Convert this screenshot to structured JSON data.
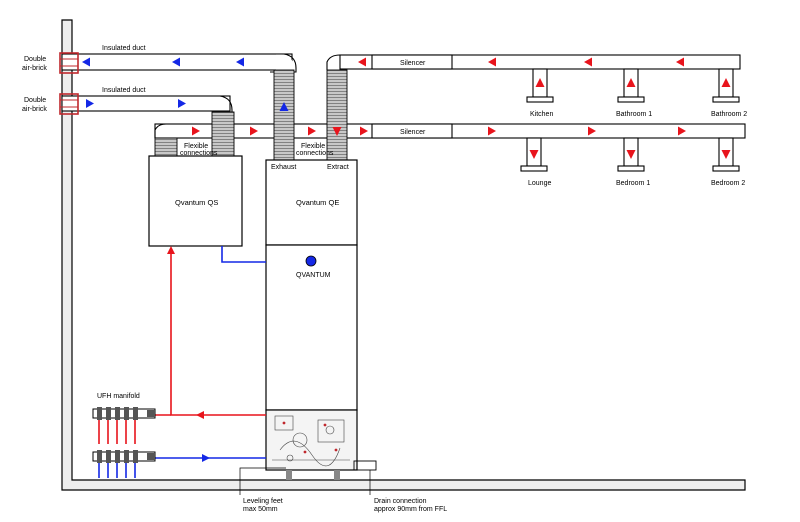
{
  "labels": {
    "air_brick_top_1": "Double",
    "air_brick_top_2": "air-brick",
    "air_brick_bottom_1": "Double",
    "air_brick_bottom_2": "air-brick",
    "insulated_duct_top": "Insulated duct",
    "insulated_duct_bottom": "Insulated duct",
    "silencer_top": "Silencer",
    "silencer_bottom": "Silencer",
    "flexible_left_1": "Flexible",
    "flexible_left_2": "connections",
    "flexible_right_1": "Flexible",
    "flexible_right_2": "connections",
    "exhaust": "Exhaust",
    "extract": "Extract",
    "qvantum_qs": "Qvantum QS",
    "qvantum_qe": "Qvantum QE",
    "qvantum_logo": "QVANTUM",
    "ufh_manifold": "UFH manifold",
    "leveling_feet_1": "Leveling feet",
    "leveling_feet_2": "max 50mm",
    "drain_1": "Drain connection",
    "drain_2": "approx 90mm from FFL"
  },
  "rooms": {
    "kitchen": "Kitchen",
    "bathroom1": "Bathroom 1",
    "bathroom2": "Bathroom 2",
    "lounge": "Lounge",
    "bedroom1": "Bedroom 1",
    "bedroom2": "Bedroom 2"
  },
  "colors": {
    "supply_red": "#e8141c",
    "return_blue": "#1428e6",
    "air_brick_red": "#c0282d",
    "line": "#000000"
  },
  "icons": {
    "arrow_red": "triangle-arrow-red",
    "arrow_blue": "triangle-arrow-blue",
    "brick": "air-brick-icon"
  }
}
